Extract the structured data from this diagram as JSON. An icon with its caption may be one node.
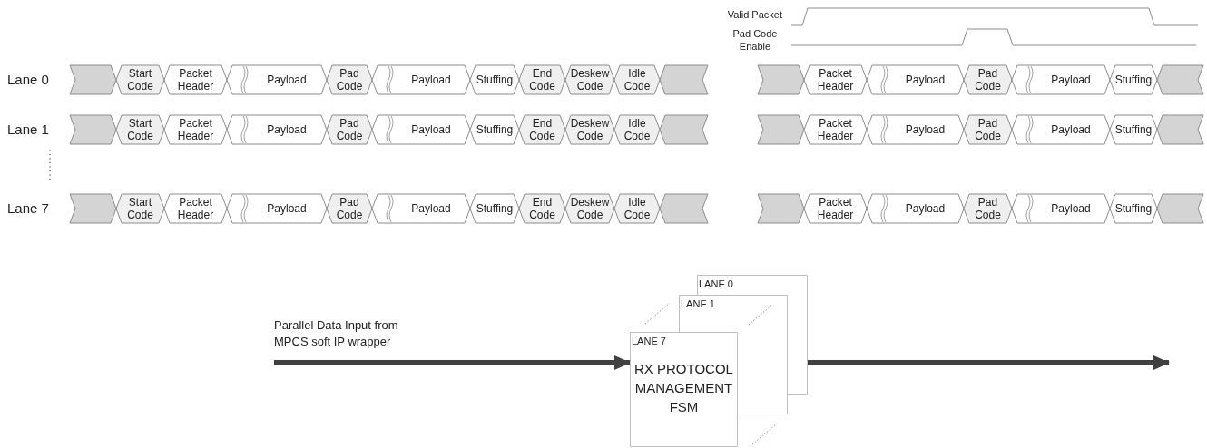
{
  "diagram": {
    "nodes": [
      {
        "text": [],
        "shape": "box"
      },
      {
        "text": [
          "Start Code"
        ]
      },
      {
        "text": [
          "Packet Header"
        ]
      },
      {
        "text": [
          "Payload"
        ]
      },
      {
        "text": [
          "Pad Code"
        ]
      },
      {
        "text": [
          "Payload"
        ]
      },
      {
        "text": [
          "Stuffing"
        ]
      },
      {
        "text": [
          "End Code"
        ]
      },
      {
        "text": [
          "Deskew Code"
        ]
      },
      {
        "text": [
          "Idle Code"
        ]
      },
      {
        "text": [],
        "shape": "box"
      },
      {
        "text": [],
        "shape": "box"
      },
      {
        "text": [
          "Packet Header"
        ]
      },
      {
        "text": [
          "Payload"
        ]
      },
      {
        "text": [
          "Pad Code"
        ]
      },
      {
        "text": [
          "Payload"
        ]
      },
      {
        "text": [
          "Stuffing"
        ]
      },
      {
        "text": [],
        "shape": "box"
      },
      {
        "text": [],
        "shape": "box"
      },
      {
        "text": [
          "Start Code"
        ]
      },
      {
        "text": [
          "Packet Header"
        ]
      },
      {
        "text": [
          "Payload"
        ]
      },
      {
        "text": [
          "Pad Code"
        ]
      },
      {
        "text": [
          "Payload"
        ]
      },
      {
        "text": [
          "Stuffing"
        ]
      },
      {
        "text": [
          "End Code"
        ]
      },
      {
        "text": [
          "Deskew Code"
        ]
      },
      {
        "text": [
          "Idle Code"
        ]
      },
      {
        "text": [],
        "shape": "box"
      },
      {
        "text": [],
        "shape": "box"
      },
      {
        "text": [
          "Packet Header"
        ]
      },
      {
        "text": [
          "Payload"
        ]
      },
      {
        "text": [
          "Pad Code"
        ]
      },
      {
        "text": [
          "Payload"
        ]
      },
      {
        "text": [
          "Stuffing"
        ]
      },
      {
        "text": [],
        "shape": "box"
      },
      {
        "text": [],
        "shape": "box"
      },
      {
        "text": [
          "Start Code"
        ]
      },
      {
        "text": [
          "Packet Header"
        ]
      },
      {
        "text": [
          "Payload"
        ]
      },
      {
        "text": [
          "Pad Code"
        ]
      },
      {
        "text": [
          "Payload"
        ]
      },
      {
        "text": [
          "Stuffing"
        ]
      },
      {
        "text": [
          "End Code"
        ]
      },
      {
        "text": [
          "Deskew Code"
        ]
      },
      {
        "text": [
          "Idle Code"
        ]
      },
      {
        "text": [],
        "shape": "box"
      },
      {
        "text": [],
        "shape": "box"
      },
      {
        "text": [
          "Packet Header"
        ]
      },
      {
        "text": [
          "Payload"
        ]
      },
      {
        "text": [
          "Pad Code"
        ]
      },
      {
        "text": [
          "Payload"
        ]
      },
      {
        "text": [
          "Stuffing"
        ]
      },
      {
        "text": [],
        "shape": "box"
      },
      {
        "text": [
          "LANE 0"
        ]
      },
      {
        "text": [
          "LANE 1"
        ]
      },
      {
        "text": [
          "LANE 7",
          "RX PROTOCOL MANAGEMENT FSM"
        ]
      }
    ],
    "edges": [
      {
        "from": null,
        "to": 56,
        "arrow": "to",
        "label": "Parallel Data Input from MPCS soft IP wrapper"
      },
      {
        "from": 54,
        "to": null,
        "arrow": "to"
      }
    ],
    "labels": [
      "Valid Packet",
      "Pad Code Enable",
      "Lane 0",
      "Lane 1",
      "Lane 7"
    ]
  }
}
